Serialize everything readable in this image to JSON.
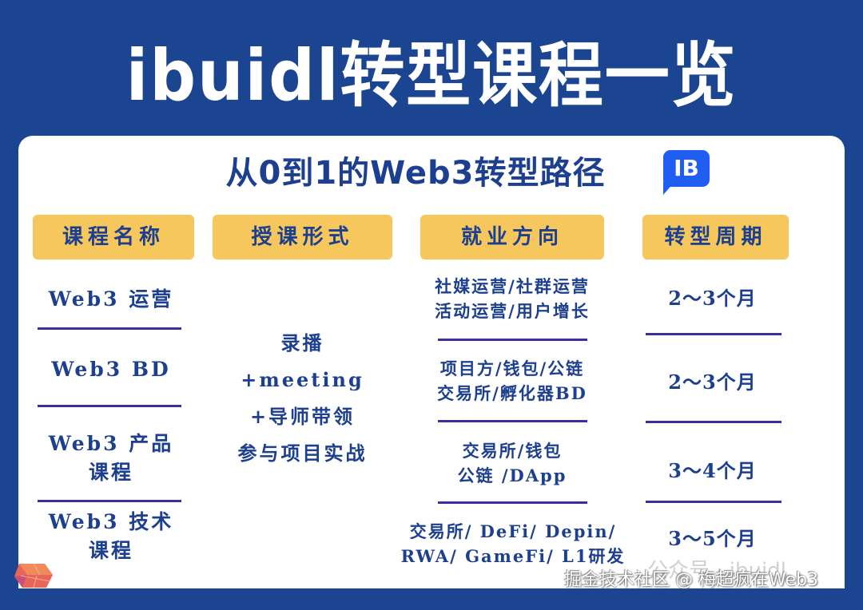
{
  "title": "ibuidl转型课程一览",
  "subtitle": "从0到1的Web3转型路径",
  "logo": {
    "text": "IB",
    "color": "#1f5ef0"
  },
  "colors": {
    "background": "#1b4590",
    "card": "#ffffff",
    "chip": "#f5c75c",
    "text": "#1d3f8f",
    "divider": "#3a2fa0"
  },
  "table": {
    "headers": [
      "课程名称",
      "授课形式",
      "就业方向",
      "转型周期"
    ],
    "teaching_format": [
      "录播",
      "+meeting",
      "+导师带领",
      "参与项目实战"
    ],
    "rows": [
      {
        "course": [
          "Web3 运营"
        ],
        "direction": [
          "社媒运营/社群运营",
          "活动运营/用户增长"
        ],
        "period": "2～3个月"
      },
      {
        "course": [
          "Web3 BD"
        ],
        "direction": [
          "项目方/钱包/公链",
          "交易所/孵化器BD"
        ],
        "period": "2～3个月"
      },
      {
        "course": [
          "Web3 产品",
          "课程"
        ],
        "direction": [
          "交易所/钱包",
          "公链 /DApp"
        ],
        "period": "3～4个月"
      },
      {
        "course": [
          "Web3 技术",
          "课程"
        ],
        "direction": [
          "交易所/ DeFi/ Depin/",
          "RWA/ GameFi/ L1研发"
        ],
        "period": "3～5个月"
      }
    ]
  },
  "watermark": {
    "main": "掘金技术社区 @ 梅超疯在Web3",
    "faint": "公众号 · ibuidl"
  }
}
